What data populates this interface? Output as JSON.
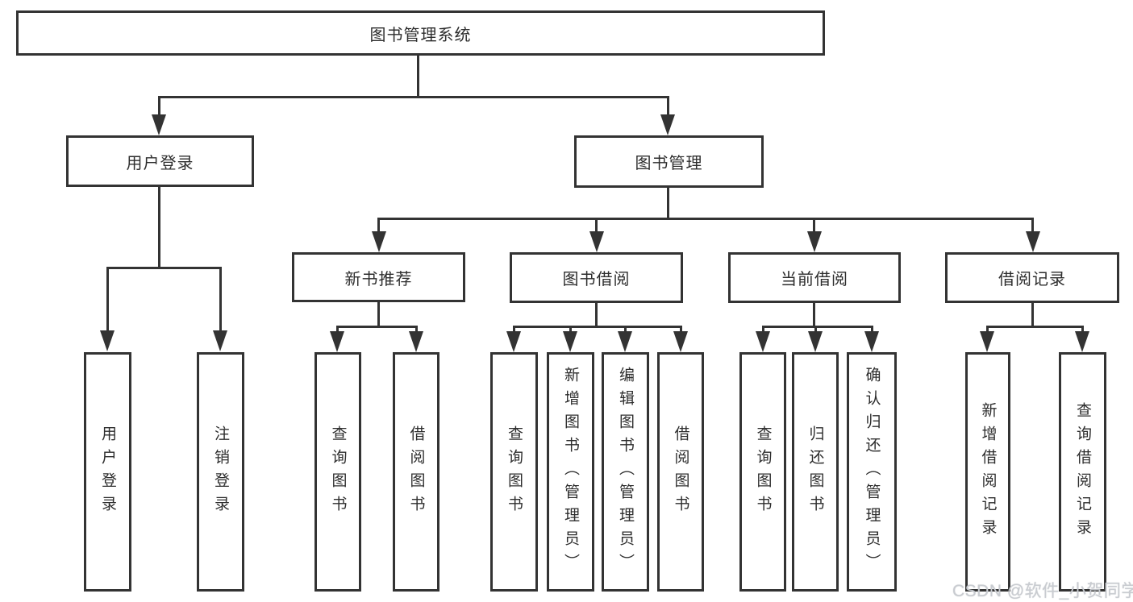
{
  "diagram": {
    "root": {
      "label": "图书管理系统"
    },
    "branches": [
      {
        "label": "用户登录",
        "children": [
          {
            "label": "用户登录"
          },
          {
            "label": "注销登录"
          }
        ]
      },
      {
        "label": "图书管理",
        "children": [
          {
            "label": "新书推荐",
            "children": [
              {
                "label": "查询图书"
              },
              {
                "label": "借阅图书"
              }
            ]
          },
          {
            "label": "图书借阅",
            "children": [
              {
                "label": "查询图书"
              },
              {
                "label": "新增图书（管理员）"
              },
              {
                "label": "编辑图书（管理员）"
              },
              {
                "label": "借阅图书"
              }
            ]
          },
          {
            "label": "当前借阅",
            "children": [
              {
                "label": "查询图书"
              },
              {
                "label": "归还图书"
              },
              {
                "label": "确认归还（管理员）"
              }
            ]
          },
          {
            "label": "借阅记录",
            "children": [
              {
                "label": "新增借阅记录"
              },
              {
                "label": "查询借阅记录"
              }
            ]
          }
        ]
      }
    ],
    "watermark": "CSDN @软件_小贺同学",
    "colors": {
      "line": "#333333",
      "text": "#2d2d2d",
      "background": "#ffffff",
      "watermark": "#c9ccd1"
    }
  }
}
